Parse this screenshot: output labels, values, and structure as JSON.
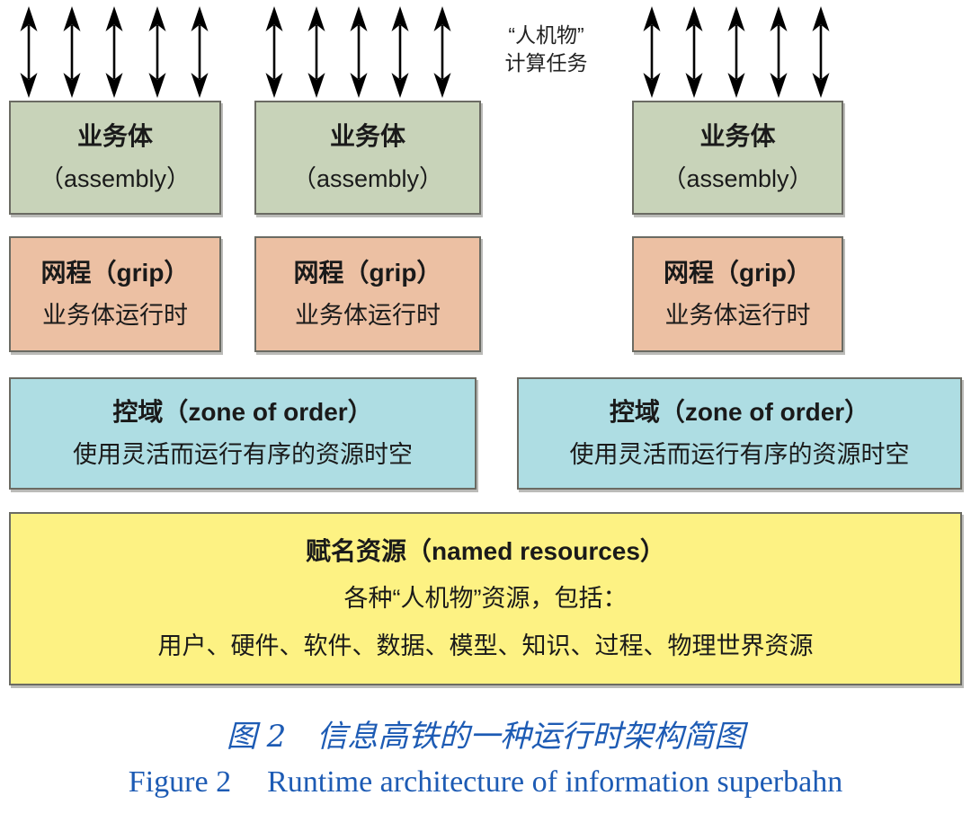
{
  "figure": {
    "task_label": {
      "line1": "“人机物”",
      "line2": "计算任务"
    },
    "assembly_box": {
      "title": "业务体",
      "subtitle": "（assembly）"
    },
    "grip_box": {
      "title": "网程（grip）",
      "subtitle": "业务体运行时"
    },
    "zone_box": {
      "title": "控域（zone of order）",
      "subtitle": "使用灵活而运行有序的资源时空"
    },
    "resources_box": {
      "title": "赋名资源（named resources）",
      "line2": "各种“人机物”资源，包括：",
      "line3": "用户、硬件、软件、数据、模型、知识、过程、物理世界资源"
    },
    "caption_zh": "图 2　信息高铁的一种运行时架构简图",
    "caption_en": {
      "prefix": "Figure 2",
      "text": "Runtime architecture of information superbahn"
    },
    "structure": {
      "arrow_groups": 3,
      "arrows_per_group": 5
    },
    "colors": {
      "assembly_fill": "#c8d3b9",
      "grip_fill": "#ecc0a3",
      "zone_fill": "#aedde3",
      "resources_fill": "#fdf283",
      "box_border": "#6b6b63",
      "arrow": "#000000",
      "caption_blue": "#1d5bb4"
    }
  }
}
